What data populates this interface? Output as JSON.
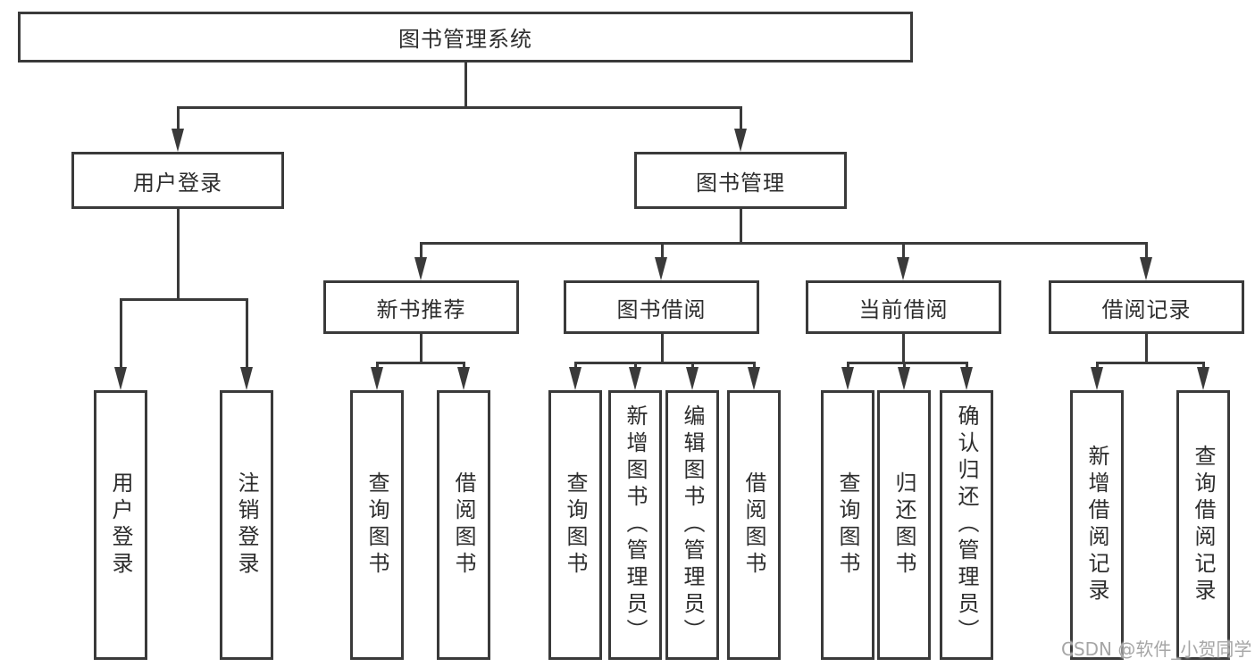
{
  "colors": {
    "line": "#3a3a3a",
    "box_border": "#3a3a3a",
    "text": "#2d2d2d",
    "watermark": "#a6a6a6",
    "background": "#ffffff"
  },
  "watermark": {
    "text": "CSDN @软件_小贺同学"
  },
  "diagram": {
    "root": {
      "label": "图书管理系统"
    },
    "branches": [
      {
        "label": "用户登录",
        "children": [
          {
            "label": "用户登录"
          },
          {
            "label": "注销登录"
          }
        ]
      },
      {
        "label": "图书管理",
        "children": [
          {
            "label": "新书推荐",
            "children": [
              {
                "label": "查询图书"
              },
              {
                "label": "借阅图书"
              }
            ]
          },
          {
            "label": "图书借阅",
            "children": [
              {
                "label": "查询图书"
              },
              {
                "label": "新增图书（管理员）"
              },
              {
                "label": "编辑图书（管理员）"
              },
              {
                "label": "借阅图书"
              }
            ]
          },
          {
            "label": "当前借阅",
            "children": [
              {
                "label": "查询图书"
              },
              {
                "label": "归还图书"
              },
              {
                "label": "确认归还（管理员）"
              }
            ]
          },
          {
            "label": "借阅记录",
            "children": [
              {
                "label": "新增借阅记录"
              },
              {
                "label": "查询借阅记录"
              }
            ]
          }
        ]
      }
    ]
  }
}
